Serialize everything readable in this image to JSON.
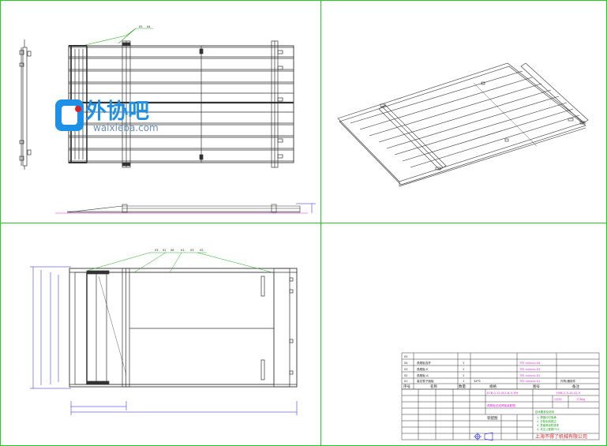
{
  "watermark": {
    "name": "外协吧",
    "url": "waixieba.com"
  },
  "views": {
    "plan_callouts": [
      "05",
      "04"
    ],
    "front_callouts": [
      "03",
      "02",
      "06",
      "01",
      "03",
      "02"
    ]
  },
  "bom": {
    "headers": [
      "序号",
      "名称",
      "数量",
      "规格",
      "图号",
      "备注"
    ],
    "rows": [
      {
        "no": "05",
        "name": "",
        "qty": "",
        "spec": "",
        "drawing": "",
        "note": ""
      },
      {
        "no": "04",
        "name": "燕尾板连杆",
        "qty": "1",
        "spec": "",
        "drawing": "TFE-xxxxxx-04",
        "note": ""
      },
      {
        "no": "03",
        "name": "燕尾板-E",
        "qty": "1",
        "spec": "",
        "drawing": "TFE-xxxxxx-03",
        "note": ""
      },
      {
        "no": "02",
        "name": "燕尾板-A",
        "qty": "1",
        "spec": "",
        "drawing": "TFE-xxxxxx-02",
        "note": ""
      },
      {
        "no": "01",
        "name": "高花零子面板",
        "qty": "1",
        "spec": "3X*5",
        "drawing": "TFE-xxxxxx-01",
        "note": "外购/通用件"
      }
    ]
  },
  "title_block": {
    "product_code": "ECB-0.12-001-6-0.1Pa",
    "drawing_no": "HXB-2-5-24-41-0",
    "material": "Q235",
    "weight": "176kg",
    "part_name": "燕尾板总成焊接装配图",
    "doc_type": "装配图",
    "company": "上海不得了机械有限公司",
    "notes_title": "技术要求及说明",
    "notes": [
      "1. 焊缝均匀饱满",
      "2. 去除毛刺锐边",
      "3. 表面喷涂防锈漆",
      "4. 未注公差按IT12"
    ]
  }
}
